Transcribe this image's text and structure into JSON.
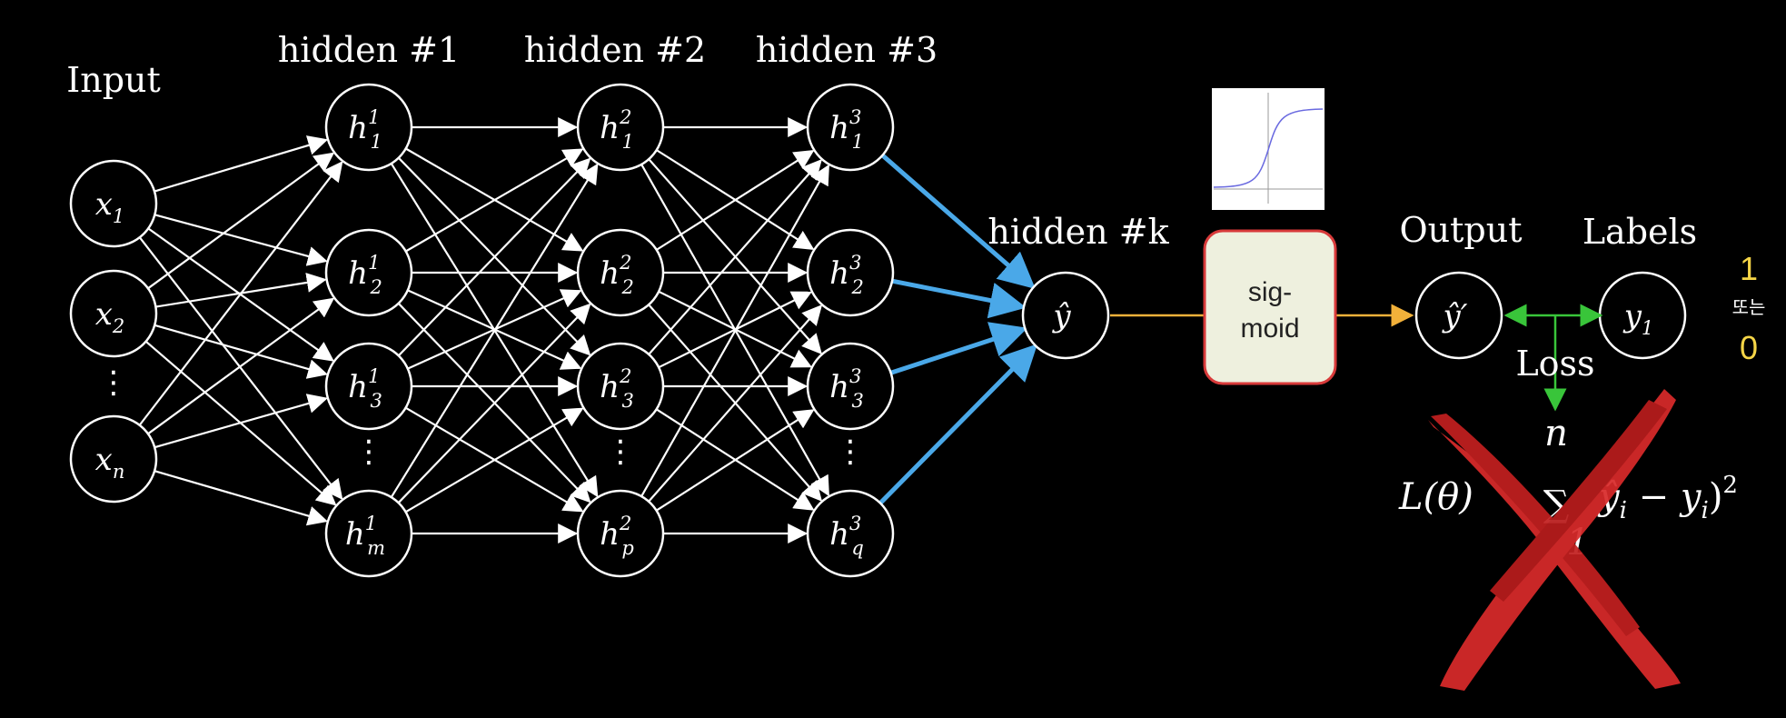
{
  "layers": {
    "input": "Input",
    "hidden1": "hidden #1",
    "hidden2": "hidden #2",
    "hidden3": "hidden #3",
    "hiddenk": "hidden #k",
    "output": "Output",
    "labels": "Labels"
  },
  "nodes": {
    "input": [
      {
        "base": "x",
        "sub": "1"
      },
      {
        "base": "x",
        "sub": "2"
      },
      {
        "base": "x",
        "sub": "n"
      }
    ],
    "hidden1": [
      {
        "base": "h",
        "sub": "1",
        "sup": "1"
      },
      {
        "base": "h",
        "sub": "2",
        "sup": "1"
      },
      {
        "base": "h",
        "sub": "3",
        "sup": "1"
      },
      {
        "base": "h",
        "sub": "m",
        "sup": "1"
      }
    ],
    "hidden2": [
      {
        "base": "h",
        "sub": "1",
        "sup": "2"
      },
      {
        "base": "h",
        "sub": "2",
        "sup": "2"
      },
      {
        "base": "h",
        "sub": "3",
        "sup": "2"
      },
      {
        "base": "h",
        "sub": "p",
        "sup": "2"
      }
    ],
    "hidden3": [
      {
        "base": "h",
        "sub": "1",
        "sup": "3"
      },
      {
        "base": "h",
        "sub": "2",
        "sup": "3"
      },
      {
        "base": "h",
        "sub": "3",
        "sup": "3"
      },
      {
        "base": "h",
        "sub": "q",
        "sup": "3"
      }
    ],
    "yhat": "ŷ",
    "yhat_prime": "ŷ′",
    "y1": {
      "base": "y",
      "sub": "1"
    }
  },
  "ellipsis": "⋮",
  "sigmoid": {
    "line1": "sig-",
    "line2": "moid"
  },
  "loss_label": "Loss",
  "label_values": {
    "one": "1",
    "or": "또는",
    "zero": "0"
  },
  "formula": {
    "lhs": "L(θ)",
    "sum_top": "n",
    "sum_symbol": "∑",
    "sum_bottom": "1",
    "body": "ŷ",
    "body_sub": "i",
    "minus": " − y",
    "y_sub": "i",
    "rparen": ")",
    "power": "2"
  },
  "colors": {
    "background": "#000000",
    "edge": "#ffffff",
    "blue_edge": "#4aa8e8",
    "orange_line": "#f2b13a",
    "green_line": "#39c53a",
    "sigmoid_fill": "#eef0de",
    "sigmoid_border": "#d83a3a",
    "cross": "#d92b2b",
    "label_value": "#f5d547"
  },
  "icons": {
    "sigmoid_plot": "sigmoid-plot-thumbnail",
    "cross": "red-x-cross-mark"
  }
}
